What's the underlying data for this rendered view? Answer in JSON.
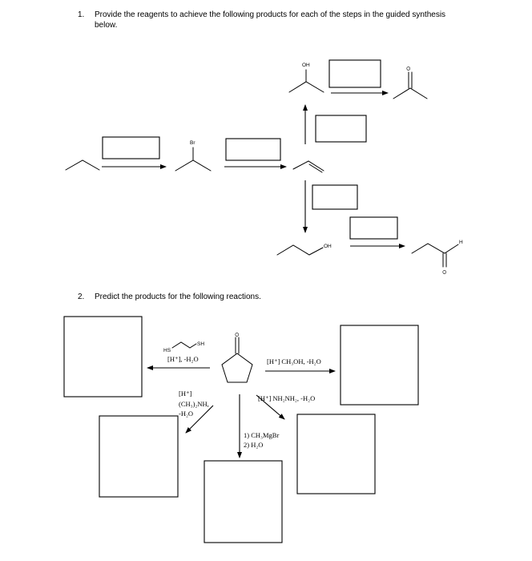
{
  "question1": {
    "number": "1.",
    "text": "Provide the reagents to achieve the following products for each of the steps in the guided synthesis below."
  },
  "question2": {
    "number": "2.",
    "text": "Predict the products for the following reactions."
  },
  "atom_labels": {
    "br": "Br",
    "oh_top": "OH",
    "oh_bottom": "OH",
    "o_ketone": "O",
    "o_aldehyde": "O",
    "h_aldehyde": "H",
    "o_cyclopentanone": "O",
    "hs": "HS",
    "sh": "SH"
  },
  "reagents": {
    "thiol_line1": "[H⁺], -H₂O",
    "methanol": "[H⁺] CH₃OH, -H₂O",
    "amine_line1": "[H⁺]",
    "amine_line2": "(CH₃)₂NH,",
    "amine_line3": "-H₂O",
    "hydrazine": "[H⁺] NH₂NH₂, -H₂O",
    "grignard_line1": "1) CH₃MgBr",
    "grignard_line2": "2) H₂O"
  }
}
